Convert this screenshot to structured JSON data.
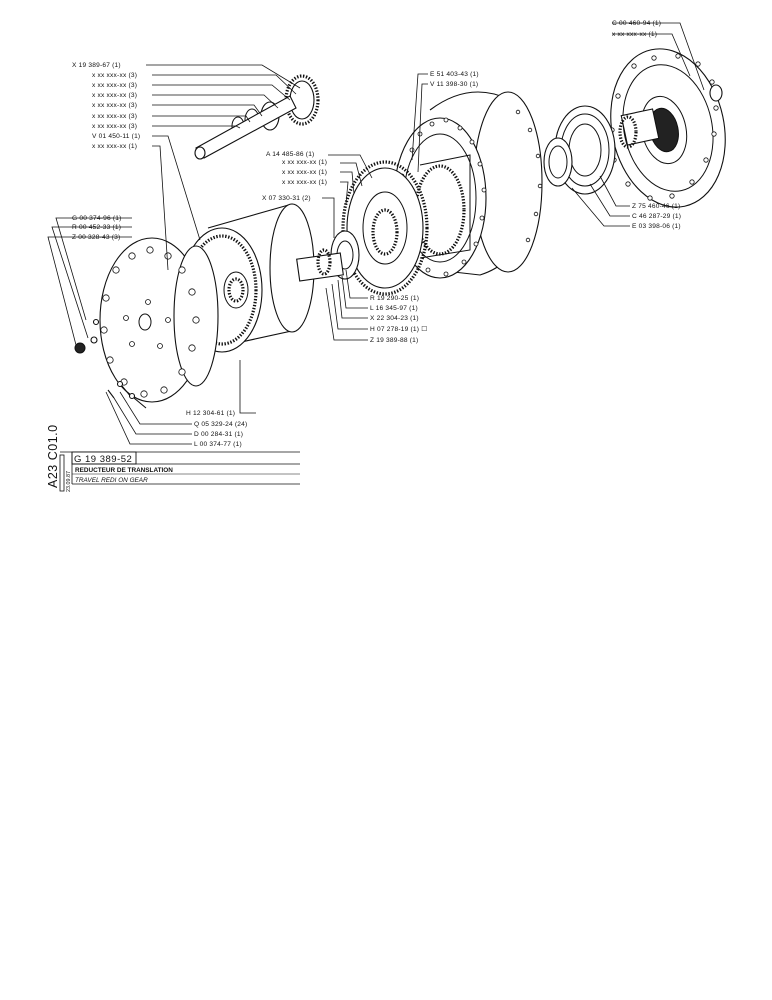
{
  "sheet": {
    "side_code": "A23 C01.0",
    "block_code": "G 19 389-52",
    "block_date": "23.09.87",
    "title_fr": "REDUCTEUR DE TRANSLATION",
    "title_en": "TRAVEL REDI   ON GEAR"
  },
  "callouts": [
    {
      "id": "c1",
      "text": "X 19 389-67 (1)"
    },
    {
      "id": "c2",
      "text": "x xx xxx-xx (3)"
    },
    {
      "id": "c3",
      "text": "x xx xxx-xx (3)"
    },
    {
      "id": "c4",
      "text": "x xx xxx-xx (3)"
    },
    {
      "id": "c5",
      "text": "x xx xxx-xx (3)"
    },
    {
      "id": "c6",
      "text": "x xx xxx-xx (3)"
    },
    {
      "id": "c7",
      "text": "x xx xxx-xx (3)"
    },
    {
      "id": "c8",
      "text": "V 01 450-11 (1)"
    },
    {
      "id": "c9",
      "text": "x xx xxx-xx (1)"
    },
    {
      "id": "c10",
      "text": "A 14 485-86 (1)"
    },
    {
      "id": "c11",
      "text": "x xx xxx-xx (1)"
    },
    {
      "id": "c12",
      "text": "x xx xxx-xx (1)"
    },
    {
      "id": "c13",
      "text": "x xx xxx-xx (1)"
    },
    {
      "id": "c14",
      "text": "X 07 330-31 (2)"
    },
    {
      "id": "c15",
      "text": "G 00 374-96 (1)"
    },
    {
      "id": "c16",
      "text": "R 00 452-33 (1)"
    },
    {
      "id": "c17",
      "text": "Z 00 328-43 (3)"
    },
    {
      "id": "c18",
      "text": "E 51 403-43 (1)"
    },
    {
      "id": "c19",
      "text": "V 11 398-30 (1)"
    },
    {
      "id": "c20",
      "text": "C 00 460-94 (1)"
    },
    {
      "id": "c21",
      "text": "x xx xxx-xx (1)"
    },
    {
      "id": "c22",
      "text": "Z 75 460-46 (1)"
    },
    {
      "id": "c23",
      "text": "C 46 287-29 (1)"
    },
    {
      "id": "c24",
      "text": "E 03 398-06 (1)"
    },
    {
      "id": "c25",
      "text": "R 19 290-25 (1)"
    },
    {
      "id": "c26",
      "text": "L 16 345-97 (1)"
    },
    {
      "id": "c27",
      "text": "X 22 304-23 (1)"
    },
    {
      "id": "c28",
      "text": "H 07 278-19 (1) ☐"
    },
    {
      "id": "c29",
      "text": "Z 19 389-88 (1)"
    },
    {
      "id": "c30",
      "text": "H 12 304-61 (1)"
    },
    {
      "id": "c31",
      "text": "Q 05 329-24 (24)"
    },
    {
      "id": "c32",
      "text": "D 00 284-31 (1)"
    },
    {
      "id": "c33",
      "text": "L 00 374-77 (1)"
    }
  ]
}
